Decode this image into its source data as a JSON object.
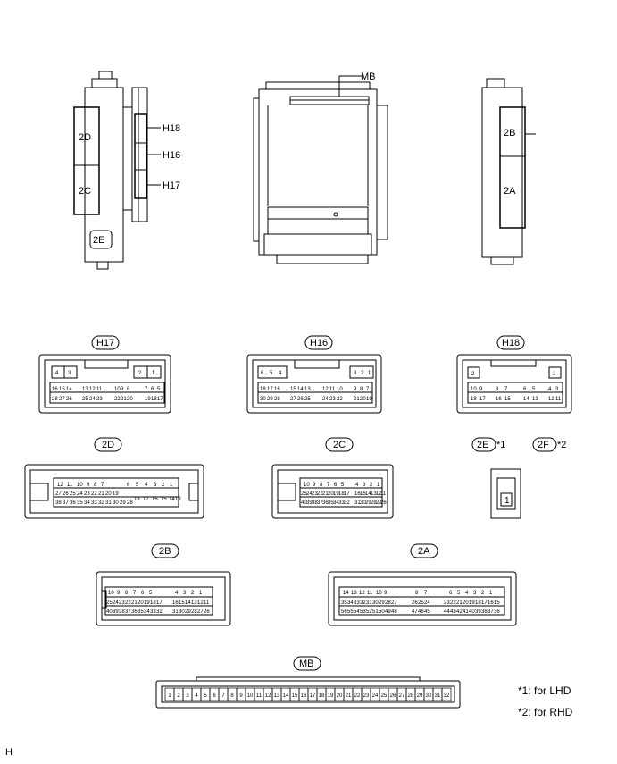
{
  "callouts": {
    "mb": "MB",
    "h18": "H18",
    "h16": "H16",
    "h17": "H17",
    "c2d": "2D",
    "c2c": "2C",
    "c2e": "2E",
    "c2b": "2B",
    "c2a": "2A"
  },
  "titles": {
    "h17": "H17",
    "h16": "H16",
    "h18": "H18",
    "c2d": "2D",
    "c2c": "2C",
    "c2e": "2E",
    "c2f": "2F",
    "c2b": "2B",
    "c2a": "2A",
    "mb": "MB"
  },
  "marks": {
    "star1": "*1",
    "star2": "*2"
  },
  "notes": {
    "lhd": "*1: for LHD",
    "rhd": "*2: for RHD"
  },
  "footer": "H",
  "pins": {
    "h17": {
      "top": [
        "4",
        "3",
        "2",
        "1"
      ],
      "row1": [
        "16",
        "15",
        "14",
        "13",
        "12",
        "11",
        "10",
        "9",
        "8",
        "7",
        "6",
        "5"
      ],
      "row2": [
        "28",
        "27",
        "26",
        "25",
        "24",
        "23",
        "22",
        "21",
        "20",
        "19",
        "18",
        "17"
      ]
    },
    "h16": {
      "top": [
        "6",
        "5",
        "4",
        "3",
        "2",
        "1"
      ],
      "row1": [
        "18",
        "17",
        "16",
        "15",
        "14",
        "13",
        "12",
        "11",
        "10",
        "9",
        "8",
        "7"
      ],
      "row2": [
        "30",
        "29",
        "28",
        "27",
        "26",
        "25",
        "24",
        "23",
        "22",
        "21",
        "20",
        "19"
      ]
    },
    "h18": {
      "top": [
        "2",
        "1"
      ],
      "row1": [
        "10",
        "9",
        "8",
        "7",
        "6",
        "5",
        "4",
        "3"
      ],
      "row2": [
        "18",
        "17",
        "16",
        "15",
        "14",
        "13",
        "12",
        "11"
      ]
    },
    "c2d": {
      "r1": [
        "12",
        "11",
        "10",
        "9",
        "8",
        "7",
        "6",
        "5",
        "4",
        "3",
        "2",
        "1"
      ],
      "r2": [
        "27",
        "26",
        "25",
        "24",
        "23",
        "22",
        "21",
        "20",
        "19"
      ],
      "r3": [
        "38",
        "37",
        "36",
        "35",
        "34",
        "33",
        "32",
        "31",
        "30",
        "29",
        "28"
      ],
      "r4": [
        "18",
        "17",
        "16",
        "15",
        "14",
        "13"
      ]
    },
    "c2c": {
      "r1": [
        "10",
        "9",
        "8",
        "7",
        "6",
        "5",
        "4",
        "3",
        "2",
        "1"
      ],
      "r2": [
        "25",
        "24",
        "23",
        "22",
        "21",
        "20",
        "19",
        "18",
        "17",
        "16",
        "15",
        "14",
        "13",
        "12",
        "11"
      ],
      "r3": [
        "40",
        "39",
        "38",
        "37",
        "36",
        "35",
        "34",
        "33",
        "32",
        "31",
        "30",
        "29",
        "28",
        "27",
        "26"
      ]
    },
    "c2e": {
      "pin": "1"
    },
    "c2b": {
      "r1": [
        "10",
        "9",
        "8",
        "7",
        "6",
        "5",
        "4",
        "3",
        "2",
        "1"
      ],
      "r2": [
        "25",
        "24",
        "23",
        "22",
        "21",
        "20",
        "19",
        "18",
        "17",
        "16",
        "15",
        "14",
        "13",
        "12",
        "11"
      ],
      "r3": [
        "40",
        "39",
        "38",
        "37",
        "36",
        "35",
        "34",
        "33",
        "32",
        "31",
        "30",
        "29",
        "28",
        "27",
        "26"
      ]
    },
    "c2a": {
      "r1": [
        "14",
        "13",
        "12",
        "11",
        "10",
        "9",
        "8",
        "7",
        "6",
        "5",
        "4",
        "3",
        "2",
        "1"
      ],
      "r2": [
        "35",
        "34",
        "33",
        "32",
        "31",
        "30",
        "29",
        "28",
        "27",
        "26",
        "25",
        "24",
        "23",
        "22",
        "21",
        "20",
        "19",
        "18",
        "17",
        "16",
        "15"
      ],
      "r3": [
        "56",
        "55",
        "54",
        "53",
        "52",
        "51",
        "50",
        "49",
        "48",
        "47",
        "46",
        "45",
        "44",
        "43",
        "42",
        "41",
        "40",
        "39",
        "38",
        "37",
        "36"
      ]
    },
    "mb": [
      "1",
      "2",
      "3",
      "4",
      "5",
      "6",
      "7",
      "8",
      "9",
      "10",
      "11",
      "12",
      "13",
      "14",
      "15",
      "16",
      "17",
      "18",
      "19",
      "20",
      "21",
      "22",
      "23",
      "24",
      "25",
      "26",
      "27",
      "28",
      "29",
      "30",
      "31",
      "32"
    ]
  }
}
